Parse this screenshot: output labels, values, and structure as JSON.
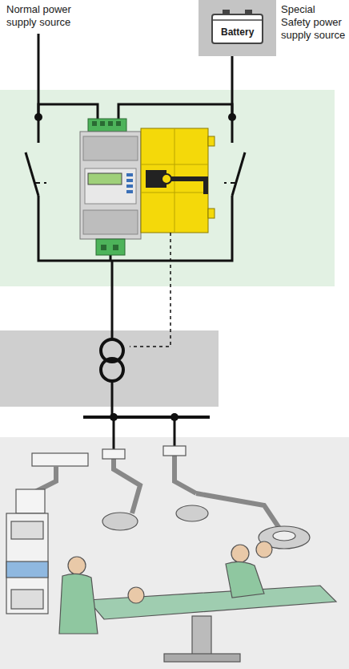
{
  "diagram": {
    "nodes": [
      {
        "text": [
          "Battery"
        ]
      }
    ],
    "labels": [
      "Normal power supply source",
      "Special Safety power supply source"
    ]
  }
}
